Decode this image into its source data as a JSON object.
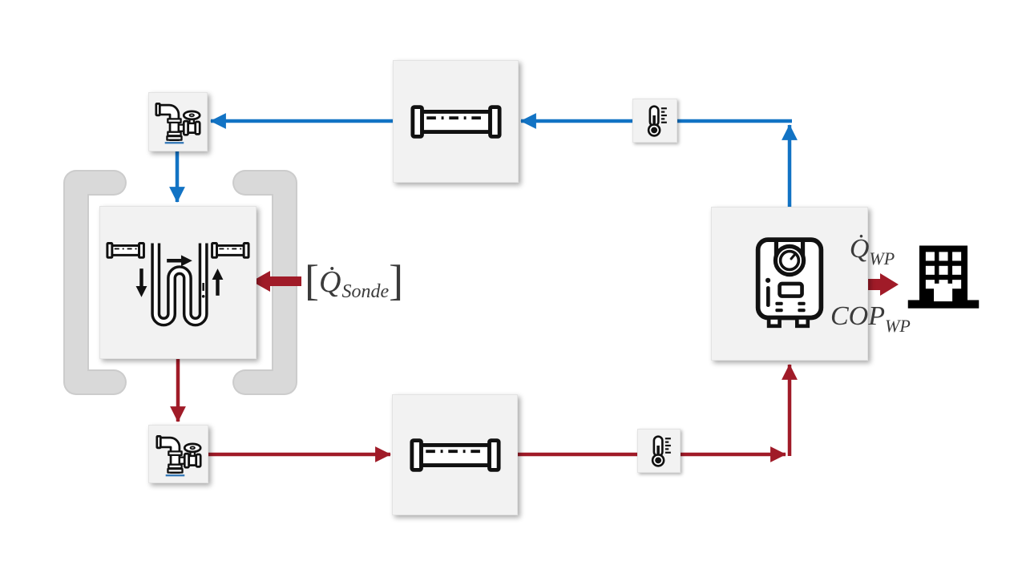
{
  "diagram": {
    "type": "heat-pump-borehole-schematic",
    "colors": {
      "cold_line": "#1273C4",
      "warm_line": "#A01B28",
      "bracket": "#D9D9D9",
      "box_fill": "#F2F2F2",
      "icon_stroke": "#111111",
      "building_fill": "#000000",
      "label_text": "#3B3B3B"
    },
    "labels": {
      "q_sonde": {
        "open_bracket": "[",
        "symbol": "Q̇",
        "subscript": "Sonde",
        "close_bracket": "]"
      },
      "q_wp": {
        "symbol": "Q̇",
        "subscript": "WP"
      },
      "cop_wp": {
        "symbol": "COP",
        "subscript": "WP"
      }
    },
    "nodes": {
      "supply_valve": {
        "icon": "valve-icon"
      },
      "supply_pipe": {
        "icon": "pipe-icon"
      },
      "supply_thermometer": {
        "icon": "thermometer-icon"
      },
      "heat_pump": {
        "icon": "heat-pump-icon"
      },
      "building": {
        "icon": "building-icon"
      },
      "borehole_probe": {
        "icon": "borehole-probe-icon"
      },
      "return_valve": {
        "icon": "valve-icon"
      },
      "return_pipe": {
        "icon": "pipe-icon"
      },
      "return_thermometer": {
        "icon": "thermometer-icon"
      }
    }
  }
}
